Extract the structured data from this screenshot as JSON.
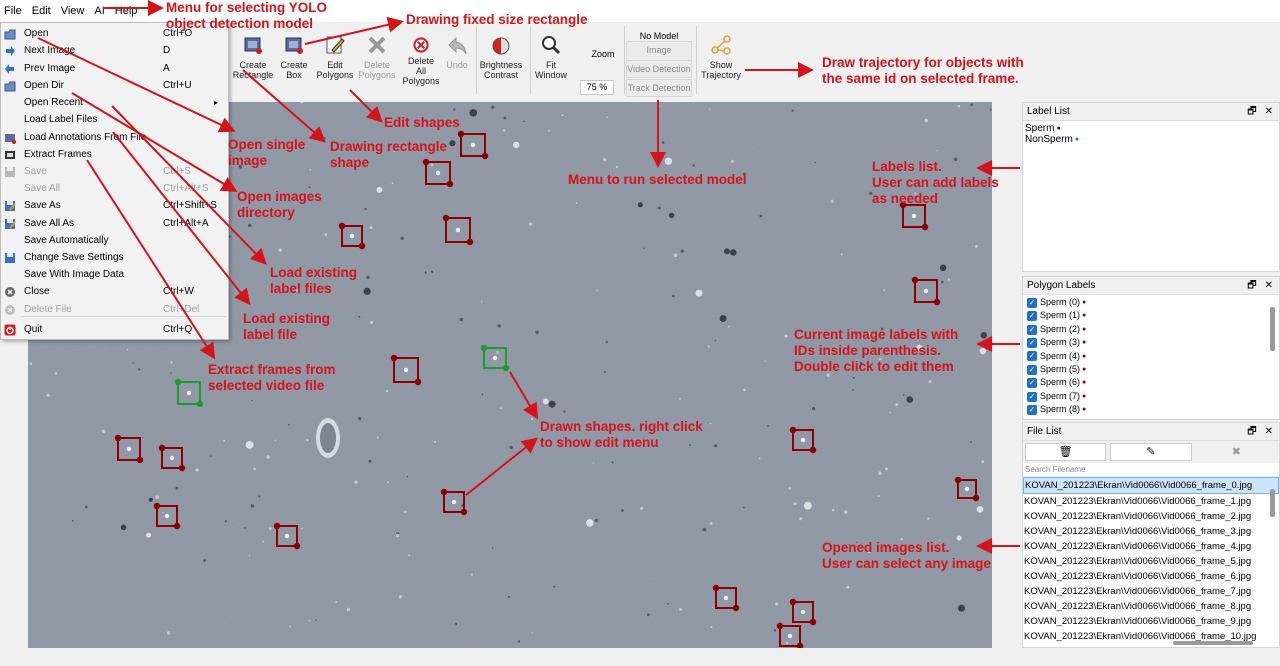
{
  "menubar": [
    "File",
    "Edit",
    "View",
    "AI",
    "Help"
  ],
  "file_menu": {
    "items": [
      {
        "label": "Open",
        "shortcut": "Ctrl+O",
        "icon": "open-file-icon",
        "disabled": false
      },
      {
        "label": "Next Image",
        "shortcut": "D",
        "icon": "next-arrow-icon",
        "disabled": false
      },
      {
        "label": "Prev Image",
        "shortcut": "A",
        "icon": "prev-arrow-icon",
        "disabled": false
      },
      {
        "label": "Open Dir",
        "shortcut": "Ctrl+U",
        "icon": "open-dir-icon",
        "disabled": false
      },
      {
        "label": "Open Recent",
        "shortcut": "",
        "icon": "",
        "disabled": false
      },
      {
        "label": "Load Label Files",
        "shortcut": "",
        "icon": "",
        "disabled": false
      },
      {
        "label": "Load Annotations From File",
        "shortcut": "",
        "icon": "load-annotations-icon",
        "disabled": false
      },
      {
        "label": "Extract Frames",
        "shortcut": "",
        "icon": "film-icon",
        "disabled": false
      },
      {
        "label": "Save",
        "shortcut": "Ctrl+S",
        "icon": "save-icon",
        "disabled": true
      },
      {
        "label": "Save All",
        "shortcut": "Ctrl+Alt+S",
        "icon": "",
        "disabled": true
      },
      {
        "label": "Save As",
        "shortcut": "Ctrl+Shift+S",
        "icon": "save-as-icon",
        "disabled": false
      },
      {
        "label": "Save All As",
        "shortcut": "Ctrl+Alt+A",
        "icon": "save-as-icon",
        "disabled": false
      },
      {
        "label": "Save Automatically",
        "shortcut": "",
        "icon": "",
        "disabled": false
      },
      {
        "label": "Change Save Settings",
        "shortcut": "",
        "icon": "settings-save-icon",
        "disabled": false
      },
      {
        "label": "Save With Image Data",
        "shortcut": "",
        "icon": "",
        "disabled": false
      },
      {
        "label": "Close",
        "shortcut": "Ctrl+W",
        "icon": "close-circle-icon",
        "disabled": false
      },
      {
        "label": "Delete File",
        "shortcut": "Ctrl+Del",
        "icon": "delete-file-icon",
        "disabled": true
      },
      {
        "label": "Quit",
        "shortcut": "Ctrl+Q",
        "icon": "quit-icon",
        "disabled": false
      }
    ],
    "submenu_arrow": "▸"
  },
  "toolbar": {
    "create_rectangle": "Create\nRectangle",
    "create_box": "Create\nBox",
    "edit_polygons": "Edit\nPolygons",
    "delete_polygons": "Delete\nPolygons",
    "delete_all_polygons": "Delete\nAll\nPolygons",
    "undo": "Undo",
    "brightness_contrast": "Brightness\nContrast",
    "fit_window": "Fit\nWindow",
    "zoom_label": "Zoom",
    "zoom_value": "75 %",
    "model_label": "No Model",
    "image_detection": "Image Detection",
    "video_detection": "Video Detection",
    "track_detection": "Track Detection",
    "show_trajectory": "Show\nTrajectory"
  },
  "label_list": {
    "title": "Label List",
    "items": [
      {
        "name": "Sperm",
        "color": "#8b0000"
      },
      {
        "name": "NonSperm",
        "color": "#1c9c2c"
      }
    ]
  },
  "polygon_labels": {
    "title": "Polygon Labels",
    "items": [
      "Sperm (0)",
      "Sperm (1)",
      "Sperm (2)",
      "Sperm (3)",
      "Sperm (4)",
      "Sperm (5)",
      "Sperm (6)",
      "Sperm (7)",
      "Sperm (8)"
    ],
    "color": "#8b0000"
  },
  "file_list": {
    "title": "File List",
    "search_placeholder": "Search Filename",
    "files": [
      "KOVAN_201223\\Ekran\\Vid0066\\Vid0066_frame_0.jpg",
      "KOVAN_201223\\Ekran\\Vid0066\\Vid0066_frame_1.jpg",
      "KOVAN_201223\\Ekran\\Vid0066\\Vid0066_frame_2.jpg",
      "KOVAN_201223\\Ekran\\Vid0066\\Vid0066_frame_3.jpg",
      "KOVAN_201223\\Ekran\\Vid0066\\Vid0066_frame_4.jpg",
      "KOVAN_201223\\Ekran\\Vid0066\\Vid0066_frame_5.jpg",
      "KOVAN_201223\\Ekran\\Vid0066\\Vid0066_frame_6.jpg",
      "KOVAN_201223\\Ekran\\Vid0066\\Vid0066_frame_7.jpg",
      "KOVAN_201223\\Ekran\\Vid0066\\Vid0066_frame_8.jpg",
      "KOVAN_201223\\Ekran\\Vid0066\\Vid0066_frame_9.jpg",
      "KOVAN_201223\\Ekran\\Vid0066\\Vid0066_frame_10.jpg"
    ]
  },
  "dock_controls": {
    "float": "🗗",
    "close": "✕"
  },
  "annotations": {
    "menu_yolo": "Menu for selecting YOLO\nobject detection model",
    "fixed_rect": "Drawing fixed size rectangle",
    "trajectory": "Draw trajectory for objects with\nthe same id on selected frame.",
    "open_single": "Open single\nimage",
    "drawing_rect": "Drawing rectangle\nshape",
    "edit_shapes": "Edit shapes",
    "menu_run": "Menu to run selected model",
    "labels_list": "Labels list.\nUser can add labels\nas needed",
    "open_dir": "Open images\ndirectory",
    "load_label_files": "Load existing\nlabel files",
    "load_label_file": "Load existing\nlabel file",
    "extract_frames": "Extract frames from\nselected video file",
    "drawn_shapes": "Drawn shapes. right click\nto show edit menu",
    "current_labels": "Current image labels with\nIDs inside parenthesis.\nDouble click to edit them",
    "opened_images": "Opened images list.\nUser can select any image"
  },
  "colors": {
    "annotation": "#d4141a",
    "sperm_box": "#8b0000",
    "nonsperm_box": "#1c9c2c",
    "canvas_bg": "#8b93a1"
  }
}
